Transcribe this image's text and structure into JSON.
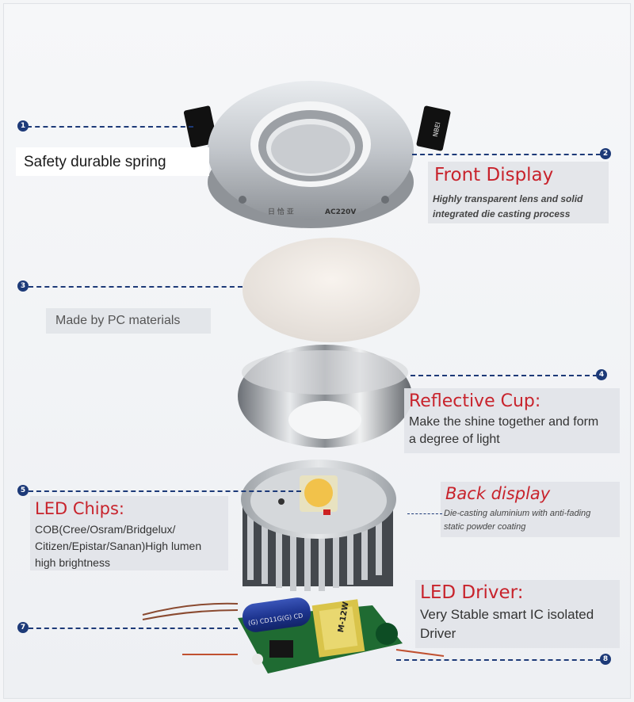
{
  "markers": [
    "1",
    "2",
    "3",
    "4",
    "5",
    "7",
    "8"
  ],
  "callouts": {
    "spring": {
      "text": "Safety durable spring"
    },
    "front": {
      "title": "Front Display",
      "desc_1": "Highly transparent lens and solid",
      "desc_2": "integrated die casting process"
    },
    "pc": {
      "text": "Made by PC materials"
    },
    "cup": {
      "title": "Reflective Cup:",
      "desc_1": "Make the shine together and form",
      "desc_2": "a degree of light"
    },
    "chips": {
      "title": "LED Chips:",
      "desc_1": "COB(Cree/Osram/Bridgelux/",
      "desc_2": "Citizen/Epistar/Sanan)High lumen",
      "desc_3": "high brightness"
    },
    "back": {
      "title": "Back display",
      "desc_1": "Die-casting aluminium with anti-fading",
      "desc_2": "static powder coating"
    },
    "driver": {
      "title": "LED Driver:",
      "desc_1": "Very Stable smart IC isolated",
      "desc_2": "Driver"
    }
  },
  "product_text": {
    "housing_left": "日 恰 亚",
    "housing_right": "AC220V",
    "tab_text": "NBEI",
    "capacitor": "(G) CD11G(G) CD",
    "transformer": "M-12W"
  },
  "colors": {
    "marker": "#1d3a78",
    "accent_red": "#c8232c"
  }
}
